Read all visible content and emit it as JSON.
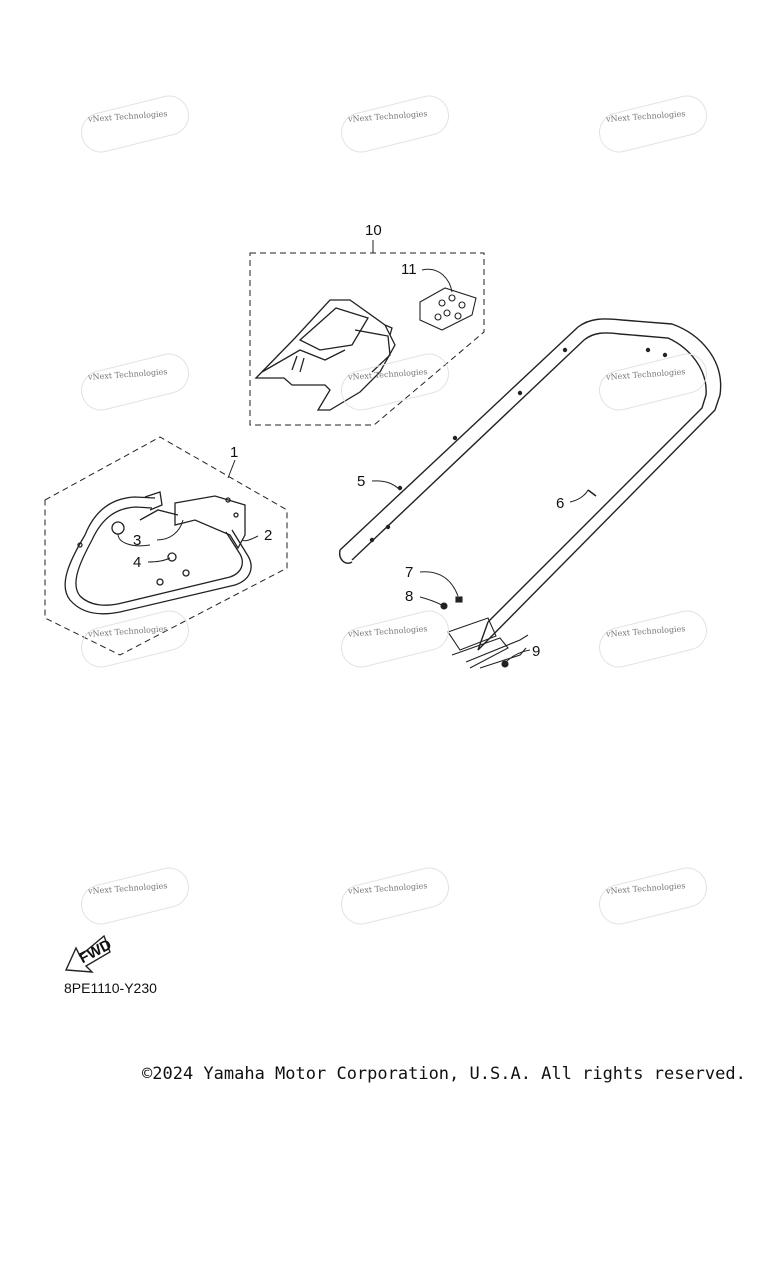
{
  "diagram": {
    "callouts": [
      "1",
      "2",
      "3",
      "4",
      "5",
      "6",
      "7",
      "8",
      "9",
      "10",
      "11"
    ],
    "fwd_label": "FWD",
    "code": "8PE1110-Y230"
  },
  "watermark": {
    "text": "vNext Technologies"
  },
  "footer": {
    "copyright": "©2024 Yamaha Motor Corporation, U.S.A. All rights reserved."
  }
}
